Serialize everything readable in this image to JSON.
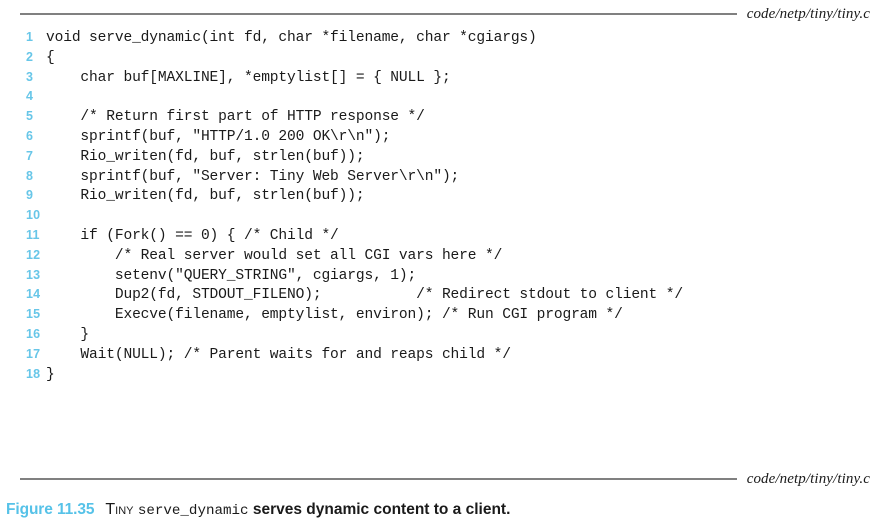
{
  "figure": {
    "source_path_top": "code/netp/tiny/tiny.c",
    "source_path_bottom": "code/netp/tiny/tiny.c",
    "accent_color": "#56c2e8",
    "lineno_color": "#67c6e8",
    "rule_color": "#808080",
    "caption": {
      "label": "Figure 11.35",
      "subject_smallcaps": "Tiny",
      "subject_mono": "serve_dynamic",
      "rest": "serves dynamic content to a client."
    },
    "code_lines": [
      {
        "no": "1",
        "text": "void serve_dynamic(int fd, char *filename, char *cgiargs)"
      },
      {
        "no": "2",
        "text": "{"
      },
      {
        "no": "3",
        "text": "    char buf[MAXLINE], *emptylist[] = { NULL };"
      },
      {
        "no": "4",
        "text": ""
      },
      {
        "no": "5",
        "text": "    /* Return first part of HTTP response */"
      },
      {
        "no": "6",
        "text": "    sprintf(buf, \"HTTP/1.0 200 OK\\r\\n\");"
      },
      {
        "no": "7",
        "text": "    Rio_writen(fd, buf, strlen(buf));"
      },
      {
        "no": "8",
        "text": "    sprintf(buf, \"Server: Tiny Web Server\\r\\n\");"
      },
      {
        "no": "9",
        "text": "    Rio_writen(fd, buf, strlen(buf));"
      },
      {
        "no": "10",
        "text": ""
      },
      {
        "no": "11",
        "text": "    if (Fork() == 0) { /* Child */"
      },
      {
        "no": "12",
        "text": "        /* Real server would set all CGI vars here */"
      },
      {
        "no": "13",
        "text": "        setenv(\"QUERY_STRING\", cgiargs, 1);"
      },
      {
        "no": "14",
        "text": "        Dup2(fd, STDOUT_FILENO);           /* Redirect stdout to client */"
      },
      {
        "no": "15",
        "text": "        Execve(filename, emptylist, environ); /* Run CGI program */"
      },
      {
        "no": "16",
        "text": "    }"
      },
      {
        "no": "17",
        "text": "    Wait(NULL); /* Parent waits for and reaps child */"
      },
      {
        "no": "18",
        "text": "}"
      }
    ]
  }
}
